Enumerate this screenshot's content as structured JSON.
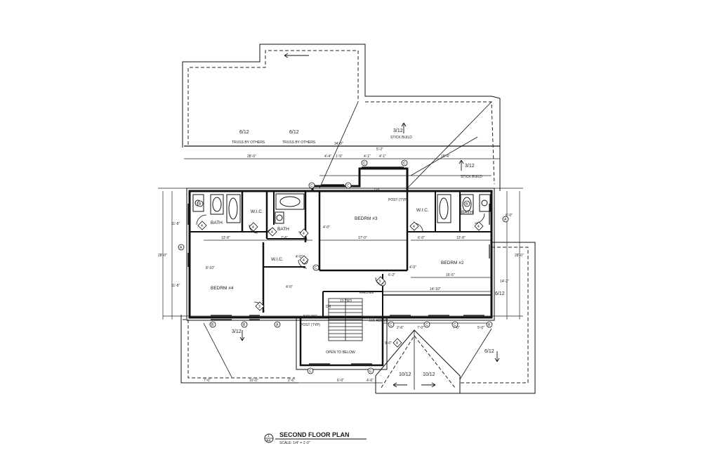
{
  "plan": {
    "title": "SECOND FLOOR PLAN",
    "scale": "SCALE: 1/4\" = 1'-0\"",
    "title_marker": {
      "number": "1",
      "sheet": "A4"
    },
    "rooms": [
      {
        "key": "bedroom4",
        "label": "BEDRM #4"
      },
      {
        "key": "bedroom3",
        "label": "BEDRM #3"
      },
      {
        "key": "bedroom2",
        "label": "BEDRM #2"
      },
      {
        "key": "bath1",
        "label": "BATH"
      },
      {
        "key": "bath2",
        "label": "BATH"
      },
      {
        "key": "bath3",
        "label": "BATH"
      },
      {
        "key": "wic1",
        "label": "W.I.C."
      },
      {
        "key": "wic2",
        "label": "W.I.C."
      },
      {
        "key": "wic3",
        "label": "W.I.C."
      }
    ],
    "notes": {
      "truss1": "TRUSS BY OTHERS",
      "truss2": "TRUSS BY OTHERS",
      "stick1": "STICK BUILD",
      "stick2": "STICK BUILD",
      "railing1": "RAILING",
      "railing2": "RAILING",
      "post1": "POST (TYP)",
      "post2": "POST (TYP)",
      "open_below": "OPEN TO BELOW",
      "dn": "DN",
      "lvl_above": "LVL ABOVE",
      "lvl": "LVL"
    },
    "pitches": [
      "6/12",
      "6/12",
      "3/12",
      "3/12",
      "3/12",
      "6/12",
      "10/12",
      "10/12",
      "6/12"
    ],
    "dimensions": {
      "top": [
        "28'-0\"",
        "4'-4\"",
        "1'-5\"",
        "34'-0\"",
        "4'-1\"",
        "4'-1\"",
        "5'-2\"",
        "15'-4\""
      ],
      "interior": [
        "13'-8\"",
        "7'-6\"",
        "17'-0\"",
        "6'-0\"",
        "13'-8\"",
        "15'-6\"",
        "14'-10\"",
        "4'-0\"",
        "4'-0\"",
        "8'-10\"",
        "6'-2\"",
        "4'-0\"",
        "4'-0\"",
        "9'-0\""
      ],
      "left": [
        "11'-8\"",
        "28'-0\"",
        "11'-8\""
      ],
      "right": [
        "8'-0\"",
        "28'-0\"",
        "14'-2\""
      ],
      "bottom": [
        "7'-0\"",
        "10'-0\"",
        "2'-6\"",
        "6'-0\"",
        "4'-6\""
      ],
      "lower_right": [
        "2'-6\"",
        "7'-0\"",
        "7'-0\"",
        "5'-0\""
      ]
    },
    "window_tags": [
      "A",
      "A",
      "A",
      "A",
      "B",
      "B",
      "B",
      "B",
      "B",
      "C",
      "C",
      "C",
      "C",
      "C",
      "C",
      "C",
      "C",
      "C",
      "C",
      "C"
    ],
    "door_tags": [
      "4",
      "4",
      "4",
      "4",
      "4",
      "4",
      "4",
      "4",
      "3",
      "5"
    ],
    "stair_label": "13 TRD"
  }
}
